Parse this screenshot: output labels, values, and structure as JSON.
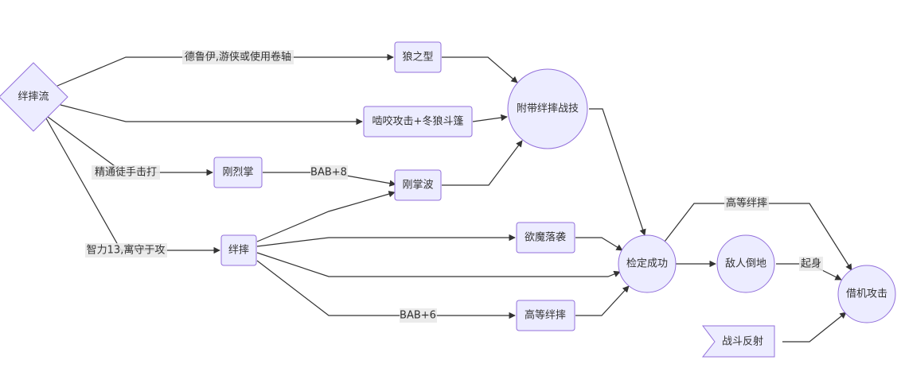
{
  "diagram": {
    "nodes": {
      "start": "绊摔流",
      "wolf_form": "狼之型",
      "bite": "啮咬攻击+冬狼斗篷",
      "attached_trip": "附带绊摔战技",
      "iron_palm": "刚烈掌",
      "palm_wave": "刚掌波",
      "trip": "绊摔",
      "desire_fall": "欲魔落袭",
      "greater_trip_node": "高等绊摔",
      "check_success": "检定成功",
      "enemy_prone": "敌人倒地",
      "aoo": "借机攻击",
      "combat_reflexes": "战斗反射"
    },
    "edge_labels": {
      "druid": "德鲁伊,游侠或使用卷轴",
      "unarmed": "精通徒手击打",
      "int13": "智力13,寓守于攻",
      "bab8": "BAB+8",
      "bab6": "BAB+6",
      "greater_trip": "高等绊摔",
      "stand_up": "起身"
    }
  }
}
